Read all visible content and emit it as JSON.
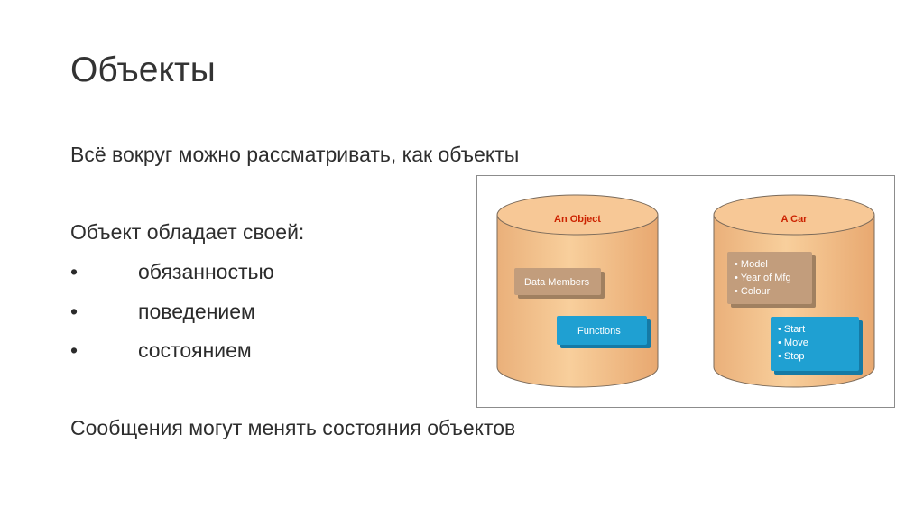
{
  "slide": {
    "title": "Объекты",
    "intro": "Всё вокруг можно рассматривать, как объекты",
    "object_has": "Объект обладает своей:",
    "bullet_symbol": "•",
    "bullets": [
      "обязанностью",
      "поведением",
      "состоянием"
    ],
    "conclusion": "Сообщения могут менять состояния объектов"
  },
  "figure": {
    "left_cylinder": {
      "title": "An Object",
      "data_box": "Data Members",
      "functions_box": "Functions"
    },
    "right_cylinder": {
      "title": "A Car",
      "data_items": [
        "• Model",
        "• Year of Mfg",
        "• Colour"
      ],
      "function_items": [
        "• Start",
        "• Move",
        "• Stop"
      ]
    },
    "colors": {
      "cylinder_fill": "#f5c48e",
      "cylinder_stroke": "#7a6a5a",
      "data_box": "#c09a78",
      "functions_box": "#1f9fd0",
      "title_red": "#cc2200"
    }
  }
}
